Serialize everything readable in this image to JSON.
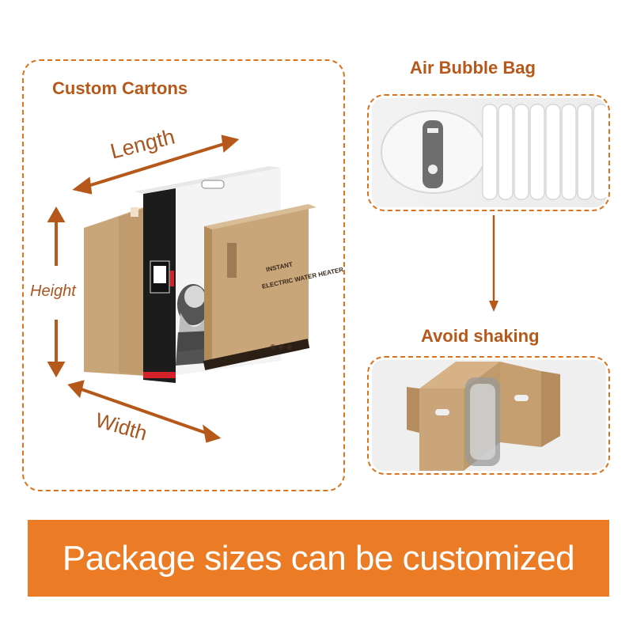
{
  "left_panel": {
    "title": "Custom Cartons",
    "dimension_labels": {
      "length": "Length",
      "height": "Height",
      "width": "Width"
    },
    "box_print": {
      "brand": "INSTANT",
      "product": "ELECTRIC WATER HEATER"
    }
  },
  "right_panel": {
    "top_title": "Air Bubble Bag",
    "bottom_title": "Avoid shaking"
  },
  "banner": {
    "text": "Package sizes can be customized"
  },
  "colors": {
    "accent": "#eb7b25",
    "heading": "#b5581a",
    "kraft": "#c9a57a"
  }
}
